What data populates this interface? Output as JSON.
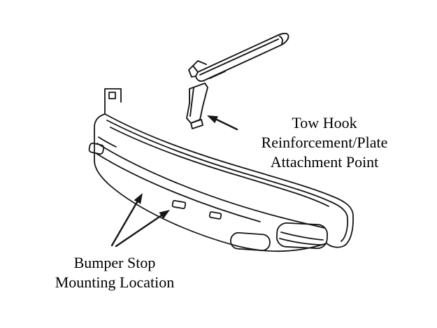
{
  "diagram": {
    "labels": {
      "tow_hook": {
        "line1": "Tow Hook",
        "line2": "Reinforcement/Plate",
        "line3": "Attachment Point"
      },
      "bumper_stop": {
        "line1": "Bumper Stop",
        "line2": "Mounting Location"
      }
    },
    "colors": {
      "line": "#161616",
      "text": "#000000",
      "background": "#ffffff"
    }
  }
}
